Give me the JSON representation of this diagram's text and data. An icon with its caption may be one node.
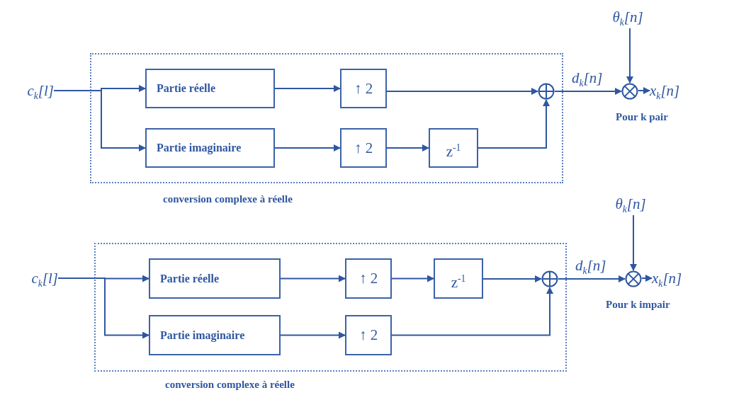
{
  "diagram": {
    "nodes": [
      {
        "text": [
          "conversion complexe à réelle"
        ]
      },
      {
        "text": [
          "c$_{k}$[l]"
        ]
      },
      {
        "text": [
          "Partie réelle"
        ],
        "in": 0
      },
      {
        "text": [
          "↑ 2"
        ],
        "in": 0
      },
      {
        "text": [
          "Partie imaginaire"
        ],
        "in": 0
      },
      {
        "text": [
          "↑ 2"
        ],
        "in": 0
      },
      {
        "text": [
          "z$^{-1}$"
        ],
        "in": 0
      },
      {
        "text": [],
        "shape": "circle",
        "in": 0
      },
      {
        "text": [
          "θ$_{k}$[n]"
        ]
      },
      {
        "text": [],
        "shape": "circle",
        "beside": [
          "Pour k pair"
        ]
      },
      {
        "text": [
          "x$_{k}$[n]"
        ]
      },
      {
        "text": [
          "conversion complexe à réelle"
        ]
      },
      {
        "text": [
          "c$_{k}$[l]"
        ]
      },
      {
        "text": [
          "Partie réelle"
        ],
        "in": 11
      },
      {
        "text": [
          "↑ 2"
        ],
        "in": 11
      },
      {
        "text": [
          "z$^{-1}$"
        ],
        "in": 11
      },
      {
        "text": [
          "Partie imaginaire"
        ],
        "in": 11
      },
      {
        "text": [
          "↑ 2"
        ],
        "in": 11
      },
      {
        "text": [],
        "shape": "circle",
        "in": 11
      },
      {
        "text": [
          "θ$_{k}$[n]"
        ]
      },
      {
        "text": [],
        "shape": "circle",
        "beside": [
          "Pour k impair"
        ]
      },
      {
        "text": [
          "x$_{k}$[n]"
        ]
      }
    ],
    "edges": [
      {
        "from": 1,
        "to": 2,
        "arrow": "to"
      },
      {
        "from": 1,
        "to": 4,
        "arrow": "to"
      },
      {
        "from": 2,
        "to": 3,
        "arrow": "to"
      },
      {
        "from": 4,
        "to": 5,
        "arrow": "to"
      },
      {
        "from": 5,
        "to": 6,
        "arrow": "to"
      },
      {
        "from": 3,
        "to": 7,
        "arrow": "to"
      },
      {
        "from": 6,
        "to": 7,
        "arrow": "to"
      },
      {
        "from": 7,
        "to": 9,
        "arrow": "to",
        "label": "d$_{k}$[n]"
      },
      {
        "from": 8,
        "to": 9,
        "arrow": "to"
      },
      {
        "from": 9,
        "to": 10,
        "arrow": "to"
      },
      {
        "from": 12,
        "to": 13,
        "arrow": "to"
      },
      {
        "from": 12,
        "to": 16,
        "arrow": "to"
      },
      {
        "from": 13,
        "to": 14,
        "arrow": "to"
      },
      {
        "from": 14,
        "to": 15,
        "arrow": "to"
      },
      {
        "from": 15,
        "to": 18,
        "arrow": "to"
      },
      {
        "from": 16,
        "to": 17,
        "arrow": "to"
      },
      {
        "from": 17,
        "to": 18,
        "arrow": "to"
      },
      {
        "from": 18,
        "to": 20,
        "arrow": "to",
        "label": "d$_{k}$[n]"
      },
      {
        "from": 19,
        "to": 20,
        "arrow": "to"
      },
      {
        "from": 20,
        "to": 21,
        "arrow": "to"
      }
    ]
  }
}
